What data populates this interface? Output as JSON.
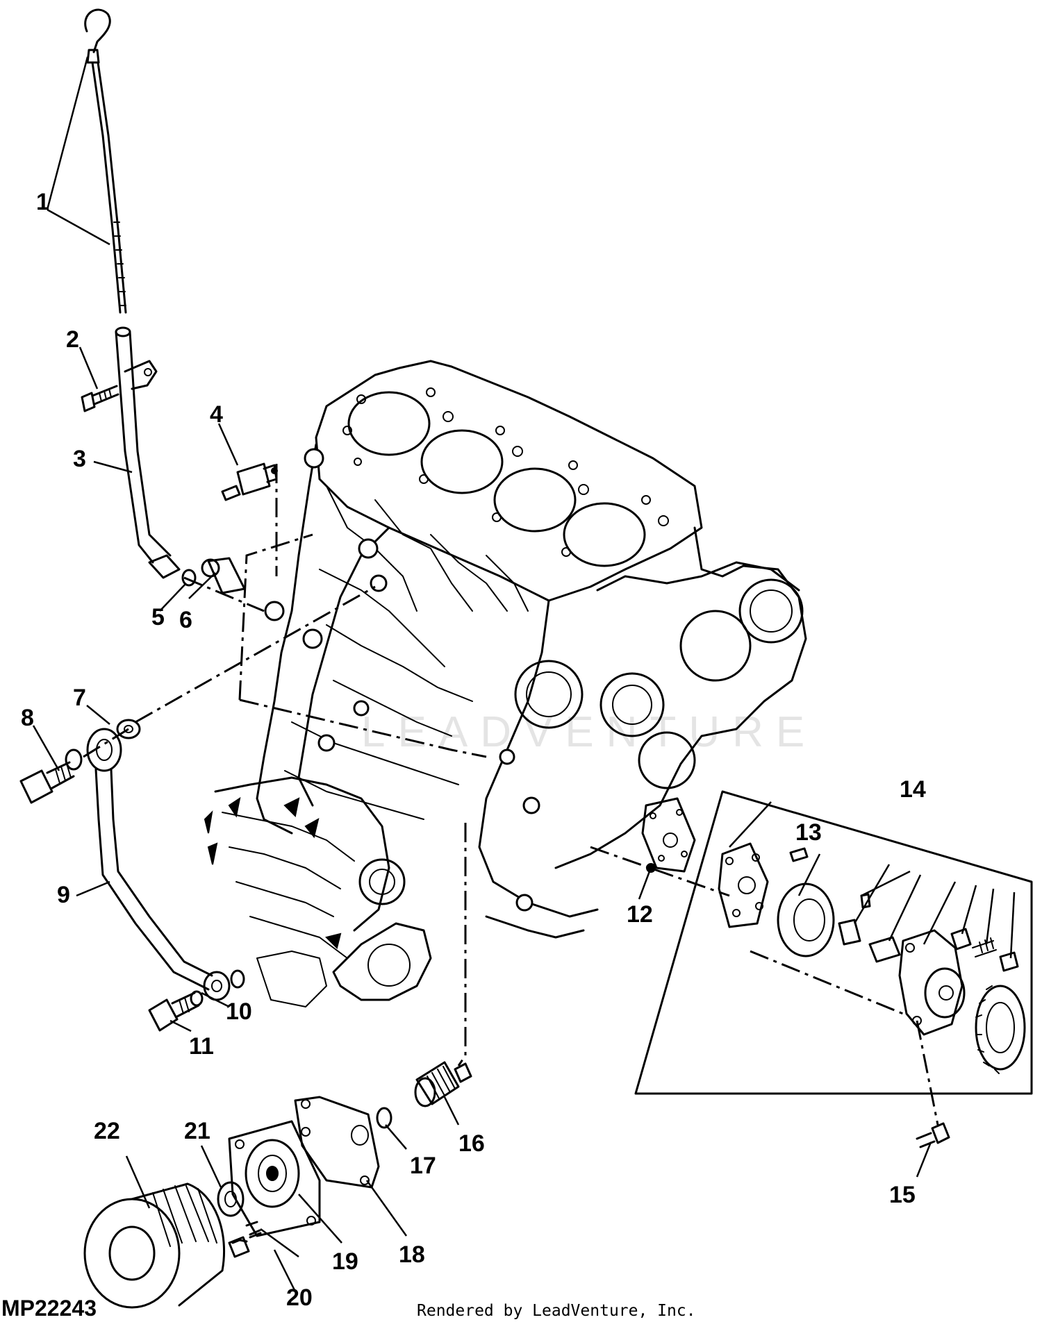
{
  "diagram": {
    "reference_code": "MP22243",
    "credit": "Rendered by LeadVenture, Inc.",
    "watermark": "LEADVENTURE",
    "callouts": [
      {
        "id": "callout-1",
        "label": "1"
      },
      {
        "id": "callout-2",
        "label": "2"
      },
      {
        "id": "callout-3",
        "label": "3"
      },
      {
        "id": "callout-4",
        "label": "4"
      },
      {
        "id": "callout-5",
        "label": "5"
      },
      {
        "id": "callout-6",
        "label": "6"
      },
      {
        "id": "callout-7",
        "label": "7"
      },
      {
        "id": "callout-8",
        "label": "8"
      },
      {
        "id": "callout-9",
        "label": "9"
      },
      {
        "id": "callout-10",
        "label": "10"
      },
      {
        "id": "callout-11",
        "label": "11"
      },
      {
        "id": "callout-12",
        "label": "12"
      },
      {
        "id": "callout-13",
        "label": "13"
      },
      {
        "id": "callout-14",
        "label": "14"
      },
      {
        "id": "callout-15",
        "label": "15"
      },
      {
        "id": "callout-16",
        "label": "16"
      },
      {
        "id": "callout-17",
        "label": "17"
      },
      {
        "id": "callout-18",
        "label": "18"
      },
      {
        "id": "callout-19",
        "label": "19"
      },
      {
        "id": "callout-20",
        "label": "20"
      },
      {
        "id": "callout-21",
        "label": "21"
      },
      {
        "id": "callout-22",
        "label": "22"
      }
    ]
  }
}
